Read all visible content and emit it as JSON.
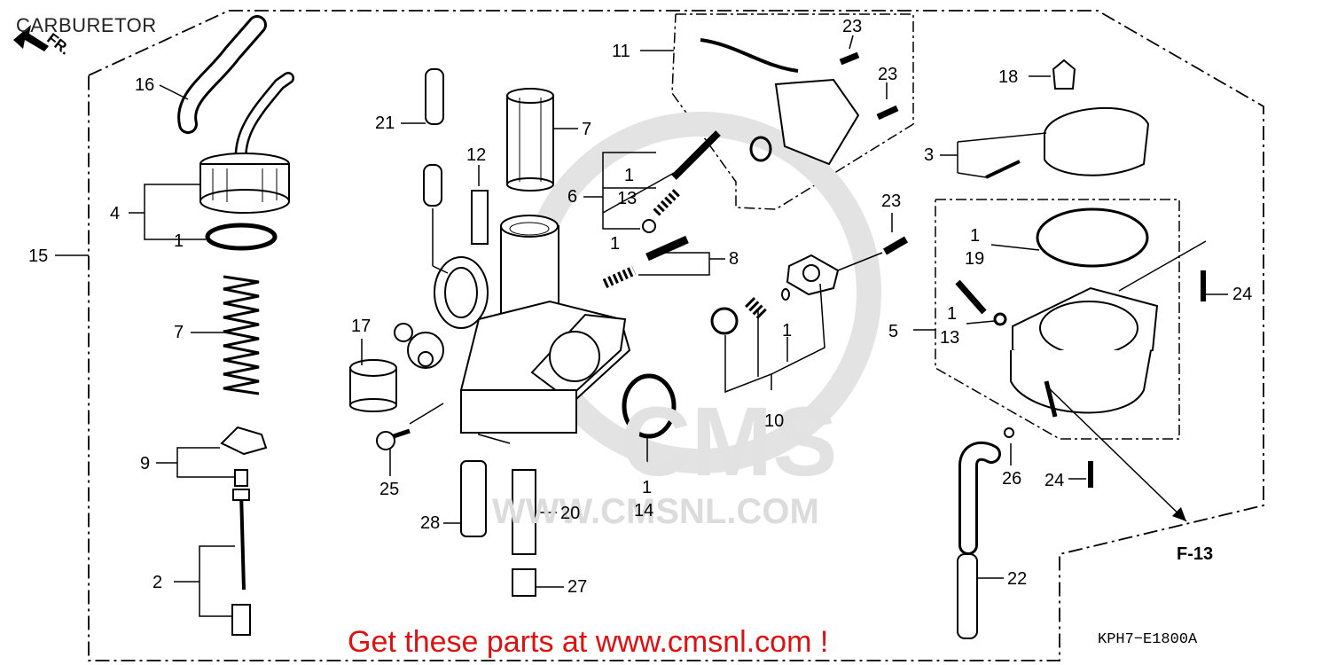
{
  "title": "CARBURETOR",
  "direction_label": "FR.",
  "reference_label": "F-13",
  "diagram_code": "KPH7−E1800A",
  "promo_text": "Get these parts at www.cmsnl.com !",
  "watermark": {
    "logo_text": "CMS",
    "url_text": "WWW.CMSNL.COM"
  },
  "callouts": [
    {
      "id": "16",
      "text": "16"
    },
    {
      "id": "4",
      "text": "4"
    },
    {
      "id": "1a",
      "text": "1"
    },
    {
      "id": "15",
      "text": "15"
    },
    {
      "id": "7a",
      "text": "7"
    },
    {
      "id": "9",
      "text": "9"
    },
    {
      "id": "2",
      "text": "2"
    },
    {
      "id": "21",
      "text": "21"
    },
    {
      "id": "7b",
      "text": "7"
    },
    {
      "id": "12",
      "text": "12"
    },
    {
      "id": "17",
      "text": "17"
    },
    {
      "id": "25",
      "text": "25"
    },
    {
      "id": "28",
      "text": "28"
    },
    {
      "id": "20",
      "text": "20"
    },
    {
      "id": "27",
      "text": "27"
    },
    {
      "id": "1b",
      "text": "1"
    },
    {
      "id": "14",
      "text": "14"
    },
    {
      "id": "11",
      "text": "11"
    },
    {
      "id": "23a",
      "text": "23"
    },
    {
      "id": "23b",
      "text": "23"
    },
    {
      "id": "6",
      "text": "6"
    },
    {
      "id": "1c",
      "text": "1"
    },
    {
      "id": "13a",
      "text": "13"
    },
    {
      "id": "1d",
      "text": "1"
    },
    {
      "id": "8",
      "text": "8"
    },
    {
      "id": "23c",
      "text": "23"
    },
    {
      "id": "1e",
      "text": "1"
    },
    {
      "id": "10",
      "text": "10"
    },
    {
      "id": "18",
      "text": "18"
    },
    {
      "id": "3",
      "text": "3"
    },
    {
      "id": "1f",
      "text": "1"
    },
    {
      "id": "19",
      "text": "19"
    },
    {
      "id": "5",
      "text": "5"
    },
    {
      "id": "1g",
      "text": "1"
    },
    {
      "id": "13b",
      "text": "13"
    },
    {
      "id": "24a",
      "text": "24"
    },
    {
      "id": "24b",
      "text": "24"
    },
    {
      "id": "26",
      "text": "26"
    },
    {
      "id": "22",
      "text": "22"
    }
  ]
}
